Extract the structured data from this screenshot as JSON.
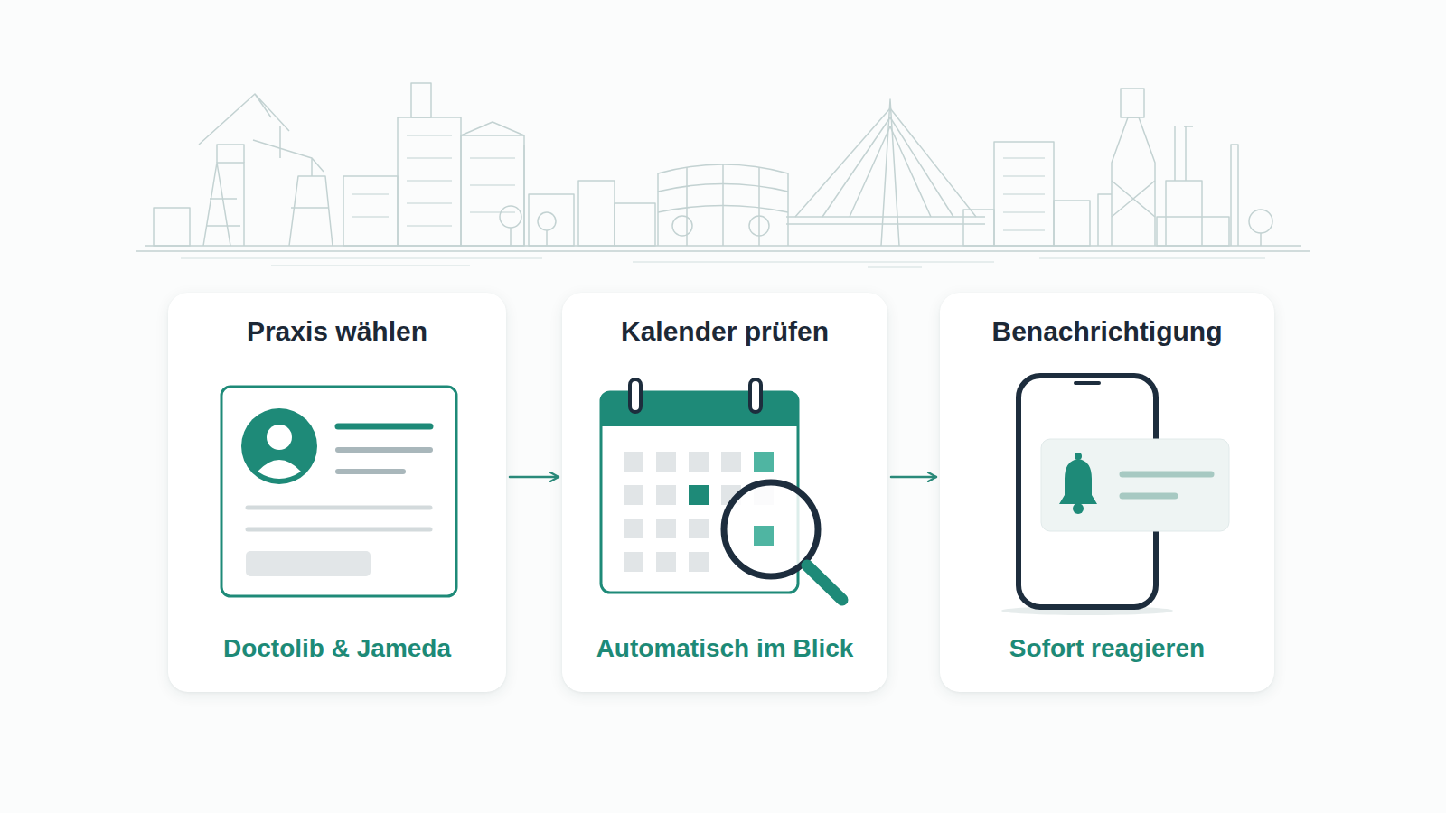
{
  "diagram": {
    "nodes": [
      {
        "text": [
          "Praxis wählen",
          "Doctolib & Jameda"
        ]
      },
      {
        "text": [
          "Kalender prüfen",
          "Automatisch im Blick"
        ]
      },
      {
        "text": [
          "Benachrichtigung",
          "Sofort reagieren"
        ]
      }
    ],
    "edges": [
      {
        "from": 0,
        "to": 1,
        "arrow": "to"
      },
      {
        "from": 1,
        "to": 2,
        "arrow": "to"
      }
    ]
  }
}
